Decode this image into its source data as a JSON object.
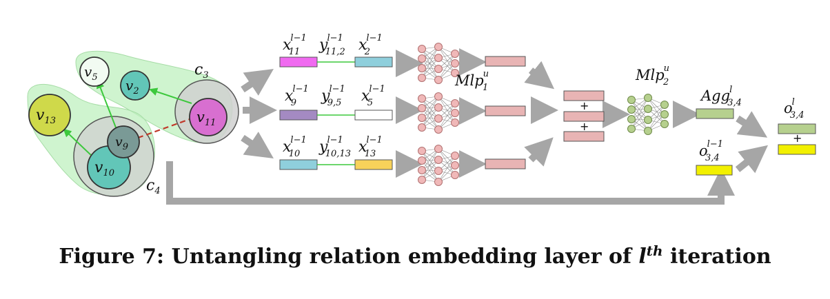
{
  "graph": {
    "nodes": {
      "v5": {
        "base": "v",
        "sub": "5"
      },
      "v2": {
        "base": "v",
        "sub": "2"
      },
      "v13": {
        "base": "v",
        "sub": "13"
      },
      "v9": {
        "base": "v",
        "sub": "9"
      },
      "v10": {
        "base": "v",
        "sub": "10"
      },
      "v11": {
        "base": "v",
        "sub": "11"
      }
    },
    "clusters": {
      "c3": {
        "base": "c",
        "sub": "3"
      },
      "c4": {
        "base": "c",
        "sub": "4"
      }
    }
  },
  "rows": [
    {
      "x_src": {
        "base": "x",
        "sub": "11",
        "sup": "l−1"
      },
      "y_rel": {
        "base": "y",
        "sub": "11,2",
        "sup": "l−1"
      },
      "x_dst": {
        "base": "x",
        "sub": "2",
        "sup": "l−1"
      }
    },
    {
      "x_src": {
        "base": "x",
        "sub": "9",
        "sup": "l−1"
      },
      "y_rel": {
        "base": "y",
        "sub": "9,5",
        "sup": "l−1"
      },
      "x_dst": {
        "base": "x",
        "sub": "5",
        "sup": "l−1"
      }
    },
    {
      "x_src": {
        "base": "x",
        "sub": "10",
        "sup": "l−1"
      },
      "y_rel": {
        "base": "y",
        "sub": "10,13",
        "sup": "l−1"
      },
      "x_dst": {
        "base": "x",
        "sub": "13",
        "sup": "l−1"
      }
    }
  ],
  "mlp1": {
    "base": "Mlp",
    "sub": "1",
    "sup": "u"
  },
  "mlp2": {
    "base": "Mlp",
    "sub": "2",
    "sup": "u"
  },
  "agg": {
    "base": "Agg",
    "sub": "3,4",
    "sup": "l"
  },
  "o_prev": {
    "base": "o",
    "sub": "3,4",
    "sup": "l−1"
  },
  "o_out": {
    "base": "o",
    "sub": "3,4",
    "sup": "l"
  },
  "plus": "+",
  "caption": {
    "prefix": "Figure 7: Untangling relation embedding layer of ",
    "var": "l",
    "sup": "th",
    "suffix": " iteration"
  },
  "colors": {
    "x11": "#f06af0",
    "x2": "#8fcfdc",
    "x9": "#a48ac2",
    "x5": "#ffffff",
    "x10": "#8fcfdc",
    "x13": "#f8d25a",
    "mlp_out": "#e8b4b4",
    "agg": "#b6d08e",
    "yellow": "#f2f000",
    "arrow": "#a6a6a6"
  }
}
